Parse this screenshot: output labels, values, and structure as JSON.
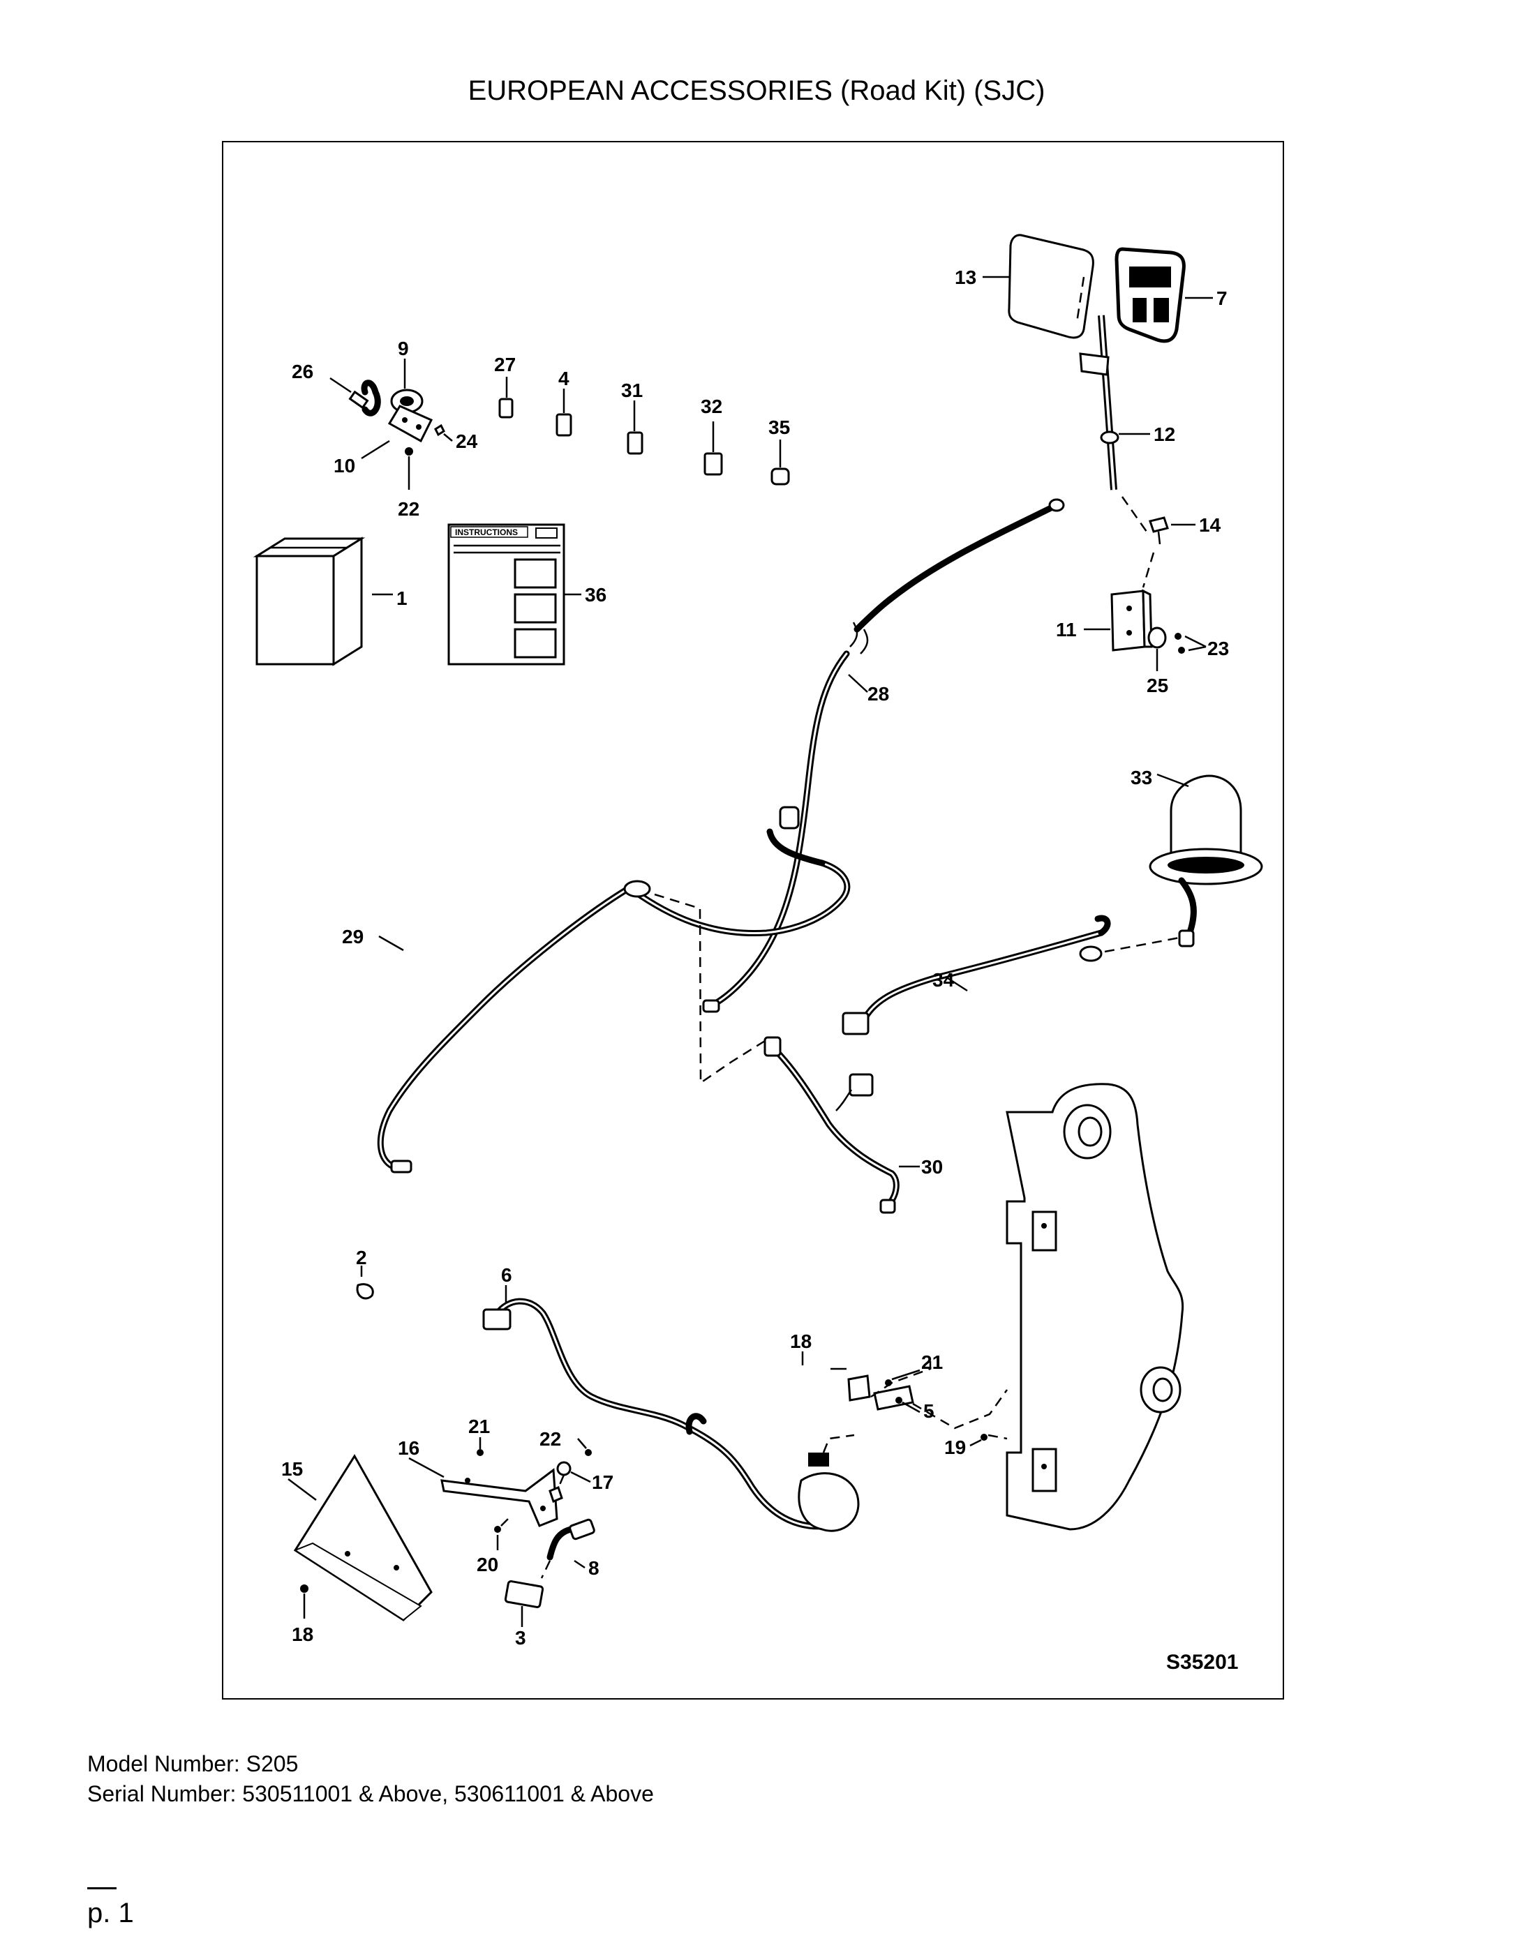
{
  "header": {
    "title": "EUROPEAN ACCESSORIES (Road Kit) (SJC)"
  },
  "diagram": {
    "figure_id": "S35201",
    "instructions_label": "INSTRUCTIONS",
    "callouts": {
      "c1": "1",
      "c2": "2",
      "c3": "3",
      "c4": "4",
      "c5": "5",
      "c6": "6",
      "c7": "7",
      "c8": "8",
      "c9": "9",
      "c10": "10",
      "c11": "11",
      "c12": "12",
      "c13": "13",
      "c14": "14",
      "c15": "15",
      "c16": "16",
      "c17": "17",
      "c18a": "18",
      "c18b": "18",
      "c19": "19",
      "c20": "20",
      "c21a": "21",
      "c21b": "21",
      "c22a": "22",
      "c22b": "22",
      "c23": "23",
      "c24": "24",
      "c25": "25",
      "c26": "26",
      "c27": "27",
      "c28": "28",
      "c29": "29",
      "c30": "30",
      "c31": "31",
      "c32": "32",
      "c33": "33",
      "c34": "34",
      "c35": "35",
      "c36": "36"
    }
  },
  "footer": {
    "model_number": "Model Number: S205",
    "serial_number": "Serial Number: 530511001 & Above, 530611001 & Above",
    "page": "p. 1"
  }
}
